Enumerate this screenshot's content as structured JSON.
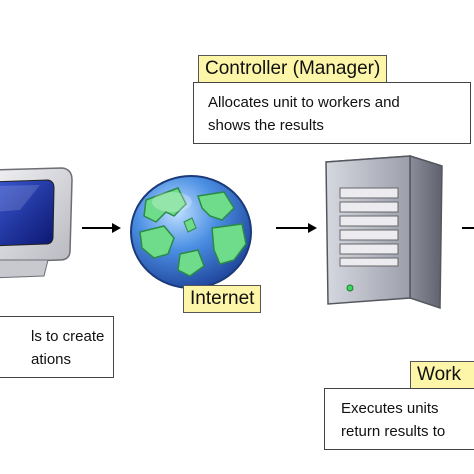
{
  "controller": {
    "label": "Controller (Manager)",
    "description_line1": "Allocates unit to workers and",
    "description_line2": "shows the results"
  },
  "internet": {
    "label": "Internet"
  },
  "client": {
    "description_line1": "ls to create",
    "description_line2": "ations"
  },
  "worker": {
    "label": "Work",
    "description_line1": "Executes units",
    "description_line2": "return results to"
  },
  "icons": {
    "client": "desktop-monitor-icon",
    "internet": "globe-icon",
    "controller": "server-tower-icon"
  },
  "colors": {
    "label_fill": "#fdf6a8",
    "screen_blue": "#1c2fa8",
    "globe_blue": "#3f7fd8",
    "land_green": "#6fdc8c",
    "tower_gray": "#b9bcc6"
  }
}
